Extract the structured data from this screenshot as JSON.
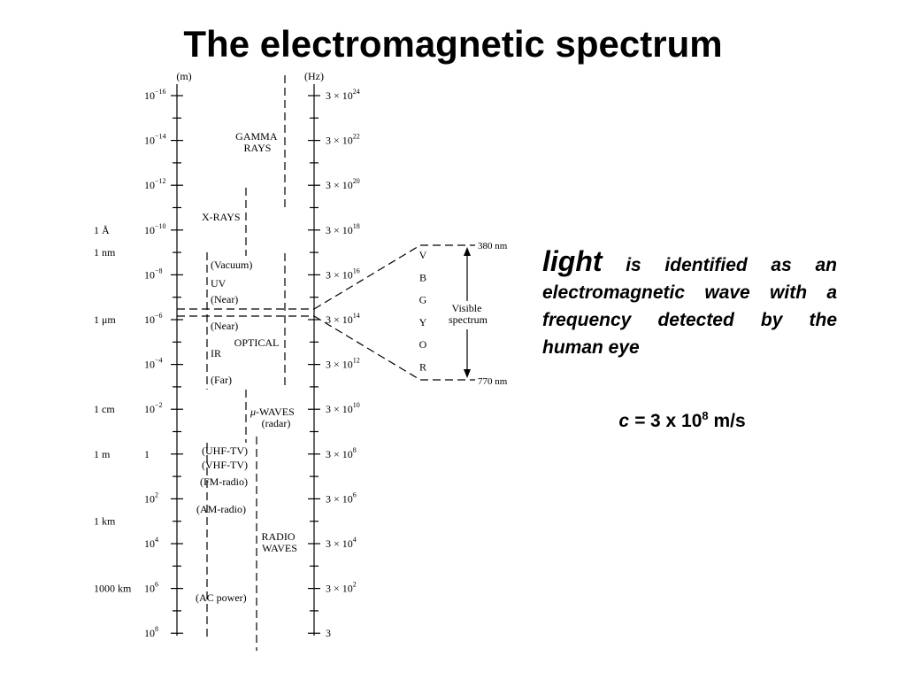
{
  "title": "The electromagnetic spectrum",
  "left_axis": {
    "unit": "(m)",
    "exponent_ticks": [
      {
        "base": "10",
        "exp": "−16"
      },
      {
        "base": "10",
        "exp": "−14"
      },
      {
        "base": "10",
        "exp": "−12"
      },
      {
        "base": "10",
        "exp": "−10"
      },
      {
        "base": "10",
        "exp": "−8"
      },
      {
        "base": "10",
        "exp": "−6"
      },
      {
        "base": "10",
        "exp": "−4"
      },
      {
        "base": "10",
        "exp": "−2"
      },
      {
        "base": "1",
        "exp": ""
      },
      {
        "base": "10",
        "exp": "2"
      },
      {
        "base": "10",
        "exp": "4"
      },
      {
        "base": "10",
        "exp": "6"
      },
      {
        "base": "10",
        "exp": "8"
      }
    ],
    "common_units": [
      {
        "label": "1 Å",
        "tick": 3
      },
      {
        "label": "1 nm",
        "tick": 3.5
      },
      {
        "label": "1 μm",
        "tick": 5
      },
      {
        "label": "1 cm",
        "tick": 7
      },
      {
        "label": "1 m",
        "tick": 8
      },
      {
        "label": "1 km",
        "tick": 9.5
      },
      {
        "label": "1000 km",
        "tick": 11
      }
    ]
  },
  "right_axis": {
    "unit": "(Hz)",
    "ticks": [
      {
        "base": "3 × 10",
        "exp": "24"
      },
      {
        "base": "3 × 10",
        "exp": "22"
      },
      {
        "base": "3 × 10",
        "exp": "20"
      },
      {
        "base": "3 × 10",
        "exp": "18"
      },
      {
        "base": "3 × 10",
        "exp": "16"
      },
      {
        "base": "3 × 10",
        "exp": "14"
      },
      {
        "base": "3 × 10",
        "exp": "12"
      },
      {
        "base": "3 × 10",
        "exp": "10"
      },
      {
        "base": "3 × 10",
        "exp": "8"
      },
      {
        "base": "3 × 10",
        "exp": "6"
      },
      {
        "base": "3 × 10",
        "exp": "4"
      },
      {
        "base": "3 × 10",
        "exp": "2"
      },
      {
        "base": "3",
        "exp": ""
      }
    ]
  },
  "regions": {
    "gamma": [
      "GAMMA",
      "RAYS"
    ],
    "xrays": "X-RAYS",
    "uv_vacuum": "(Vacuum)",
    "uv": "UV",
    "uv_near": "(Near)",
    "ir_near": "(Near)",
    "optical": "OPTICAL",
    "ir": "IR",
    "ir_far": "(Far)",
    "mu_waves": "-WAVES",
    "mu_symbol": "μ",
    "radar": "(radar)",
    "uhf": "(UHF-TV)",
    "vhf": "(VHF-TV)",
    "fm": "(FM-radio)",
    "am": "(AM-radio)",
    "radio": [
      "RADIO",
      "WAVES"
    ],
    "ac": "(AC power)"
  },
  "visible": {
    "top_label": "380 nm",
    "bottom_label": "770 nm",
    "colors": [
      "V",
      "B",
      "G",
      "Y",
      "O",
      "R"
    ],
    "label": [
      "Visible",
      "spectrum"
    ]
  },
  "description": {
    "lead": "light",
    "rest": "is identified as an electromagnetic wave with a frequency detected by the human eye"
  },
  "formula": {
    "var": "c =",
    "coef": "3 x 10",
    "exp": "8",
    "unit": "m/s"
  }
}
